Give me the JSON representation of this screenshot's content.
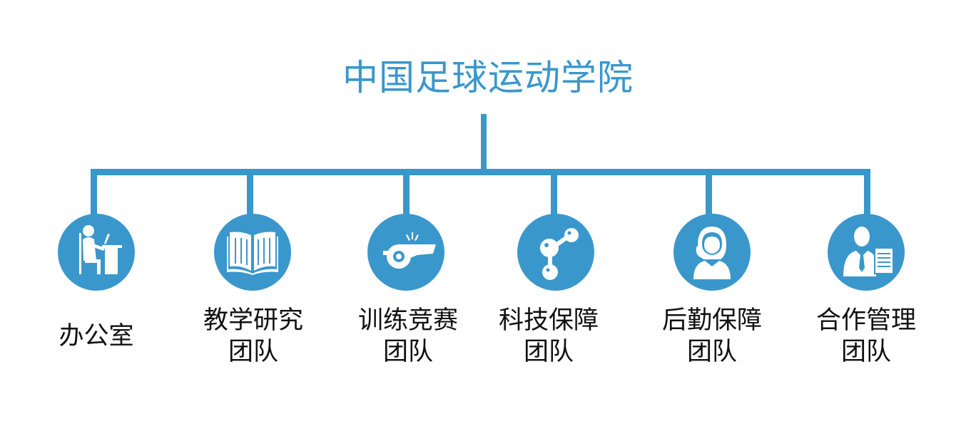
{
  "title": "中国足球运动学院",
  "colors": {
    "accent": "#3a97cc",
    "text": "#111111",
    "background": "#ffffff"
  },
  "nodes": [
    {
      "icon": "person-at-desk-icon",
      "lines": [
        "办公室"
      ]
    },
    {
      "icon": "open-book-icon",
      "lines": [
        "教学研究",
        "团队"
      ]
    },
    {
      "icon": "whistle-icon",
      "lines": [
        "训练竞赛",
        "团队"
      ]
    },
    {
      "icon": "molecule-icon",
      "lines": [
        "科技保障",
        "团队"
      ]
    },
    {
      "icon": "headset-operator-icon",
      "lines": [
        "后勤保障",
        "团队"
      ]
    },
    {
      "icon": "businessman-document-icon",
      "lines": [
        "合作管理",
        "团队"
      ]
    }
  ]
}
